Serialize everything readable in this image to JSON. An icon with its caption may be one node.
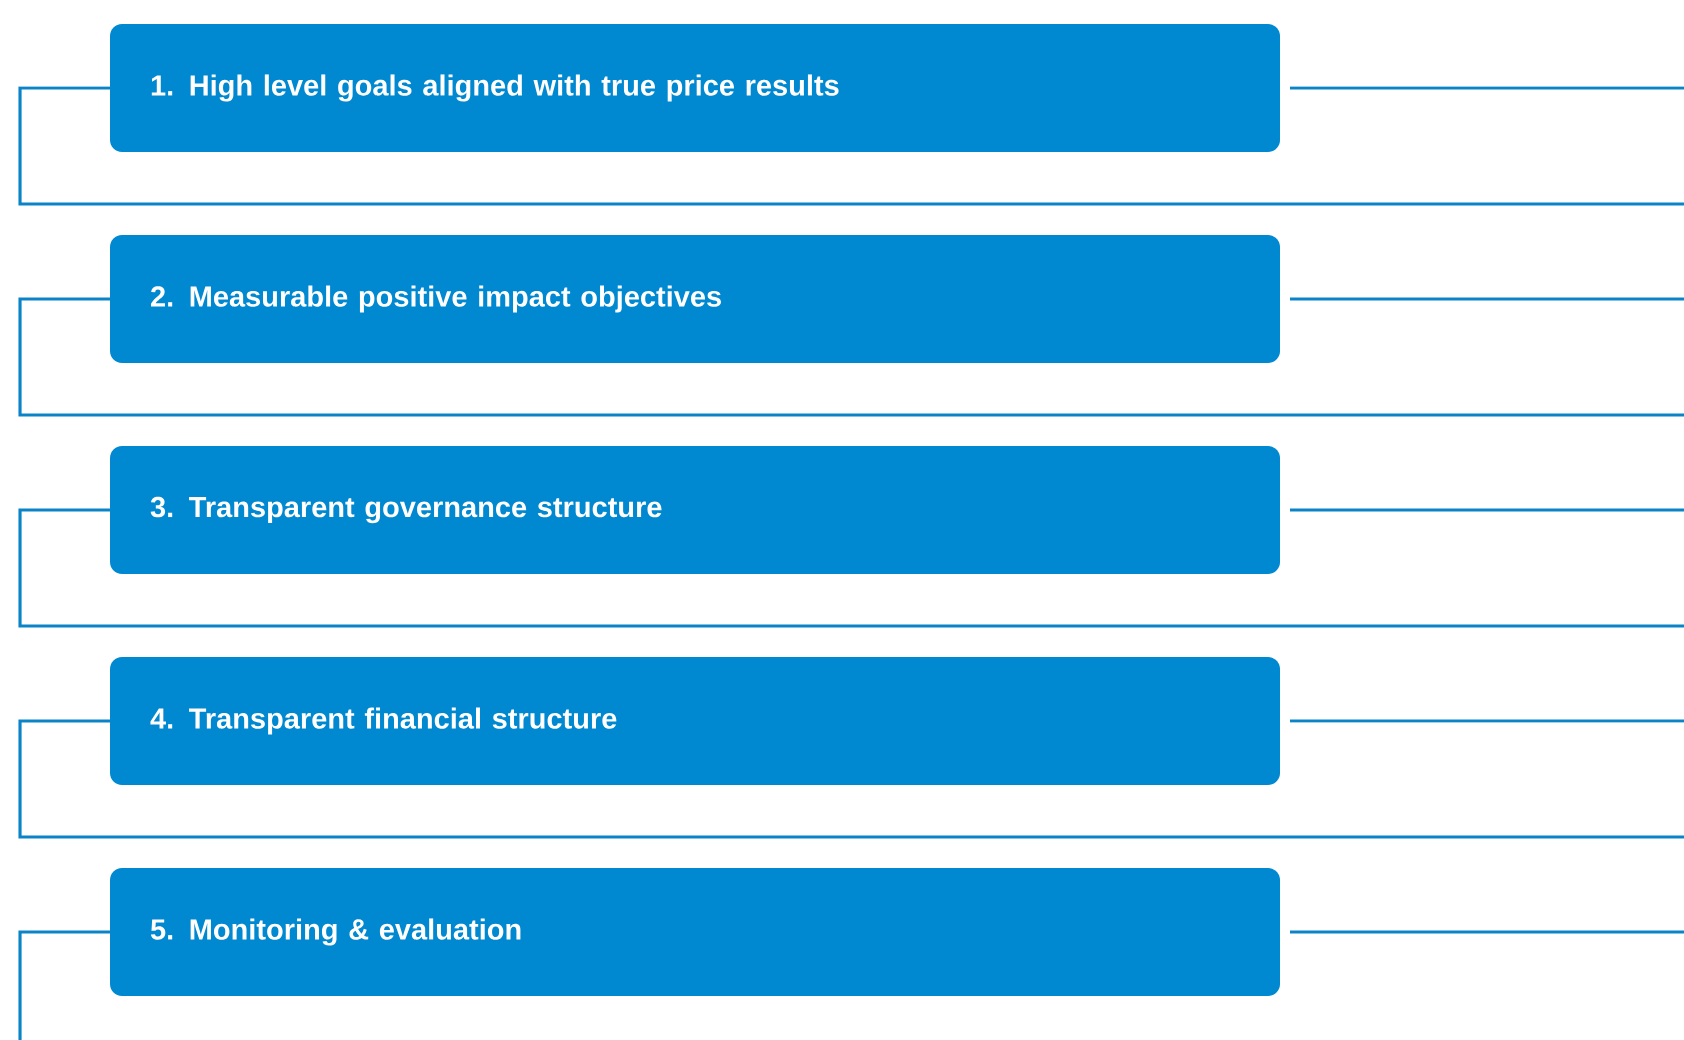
{
  "diagram": {
    "nodes": [
      {
        "text": [
          "1. High level goals aligned with true price results"
        ]
      },
      {
        "text": [
          "2. Measurable positive impact objectives"
        ]
      },
      {
        "text": [
          "3. Transparent governance structure"
        ]
      },
      {
        "text": [
          "4. Transparent financial structure"
        ]
      },
      {
        "text": [
          "5. Monitoring & evaluation"
        ]
      }
    ]
  }
}
